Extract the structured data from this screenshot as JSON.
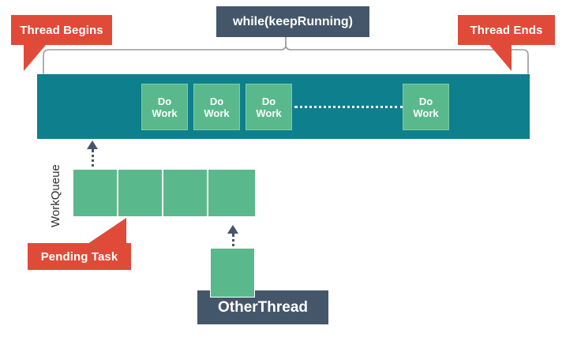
{
  "diagram": {
    "title": "Thread run loop with work queue",
    "colors": {
      "red": "#e04a38",
      "slate": "#44566a",
      "teal": "#0e7f8c",
      "green": "#5ab98c",
      "green_border": "#7fcba6",
      "background": "#ffffff",
      "brace": "#9a9a9a"
    }
  },
  "callouts": {
    "thread_begins": "Thread Begins",
    "thread_ends": "Thread Ends",
    "pending_task": "Pending Task"
  },
  "loop_label": "while(keepRunning)",
  "thread_bar": {
    "work_boxes": [
      {
        "line1": "Do",
        "line2": "Work"
      },
      {
        "line1": "Do",
        "line2": "Work"
      },
      {
        "line1": "Do",
        "line2": "Work"
      },
      {
        "line1": "Do",
        "line2": "Work"
      }
    ],
    "ellipsis_connector": "dotted-line"
  },
  "queue": {
    "label": "WorkQueue",
    "cell_count": 4,
    "cells": [
      {
        "index": 1
      },
      {
        "index": 2
      },
      {
        "index": 3
      },
      {
        "index": 4
      }
    ]
  },
  "other_thread": {
    "label": "OtherThread",
    "task_box": ""
  }
}
